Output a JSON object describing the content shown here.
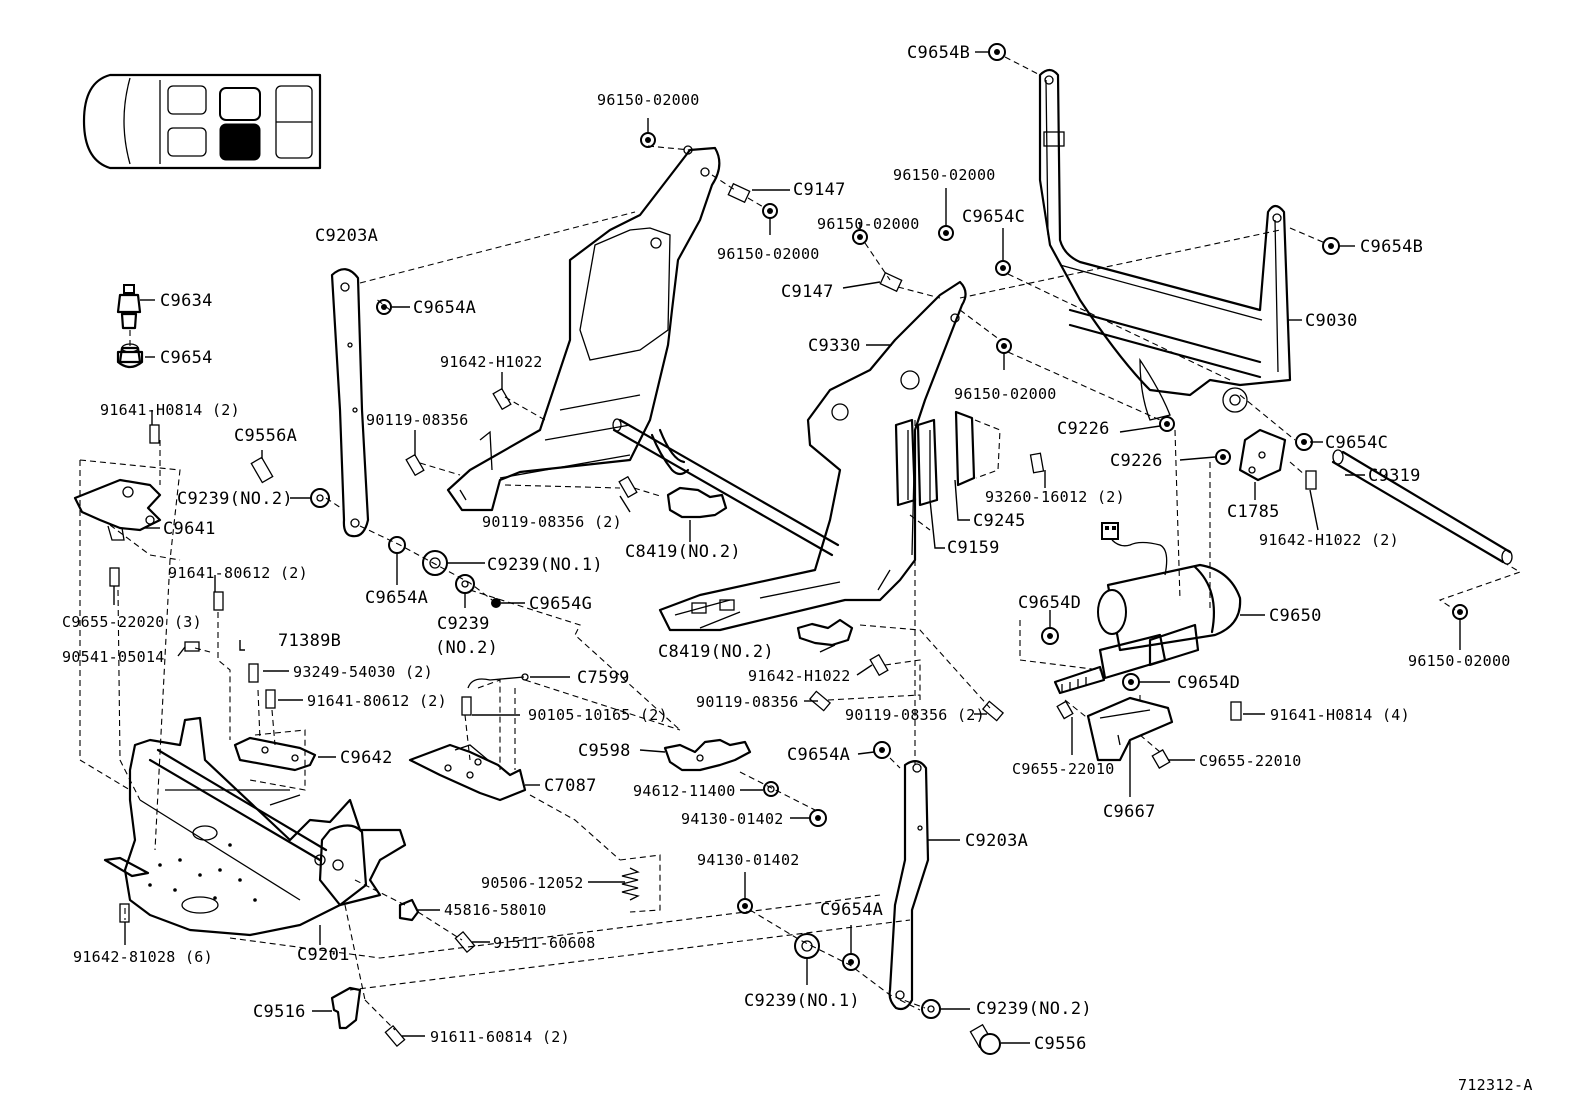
{
  "labels": [
    {
      "key": "l01",
      "text": "C9654B"
    },
    {
      "key": "l02",
      "text": "96150-02000"
    },
    {
      "key": "l03",
      "text": "C9147"
    },
    {
      "key": "l04",
      "text": "96150-02000"
    },
    {
      "key": "l05",
      "text": "96150-02000"
    },
    {
      "key": "l06",
      "text": "C9654C"
    },
    {
      "key": "l07",
      "text": "96150-02000"
    },
    {
      "key": "l08",
      "text": "C9654B"
    },
    {
      "key": "l09",
      "text": "C9203A"
    },
    {
      "key": "l10",
      "text": "C9654A"
    },
    {
      "key": "l11",
      "text": "C9147"
    },
    {
      "key": "l12",
      "text": "C9634"
    },
    {
      "key": "l13",
      "text": "C9030"
    },
    {
      "key": "l14",
      "text": "C9330"
    },
    {
      "key": "l15",
      "text": "C9654"
    },
    {
      "key": "l16",
      "text": "91642-H1022"
    },
    {
      "key": "l17",
      "text": "96150-02000"
    },
    {
      "key": "l18",
      "text": "91641-H0814 (2)"
    },
    {
      "key": "l19",
      "text": "90119-08356"
    },
    {
      "key": "l20",
      "text": "C9226"
    },
    {
      "key": "l21",
      "text": "C9654C"
    },
    {
      "key": "l22",
      "text": "C9556A"
    },
    {
      "key": "l23",
      "text": "C9226"
    },
    {
      "key": "l24",
      "text": "C9319"
    },
    {
      "key": "l25",
      "text": "C9239(NO.2)"
    },
    {
      "key": "l26",
      "text": "93260-16012 (2)"
    },
    {
      "key": "l27",
      "text": "C1785"
    },
    {
      "key": "l28",
      "text": "C9641"
    },
    {
      "key": "l29",
      "text": "90119-08356 (2)"
    },
    {
      "key": "l30",
      "text": "C9245"
    },
    {
      "key": "l31",
      "text": "91642-H1022 (2)"
    },
    {
      "key": "l32",
      "text": "C8419(NO.2)"
    },
    {
      "key": "l33",
      "text": "C9159"
    },
    {
      "key": "l34",
      "text": "C9239(NO.1)"
    },
    {
      "key": "l35",
      "text": "91641-80612 (2)"
    },
    {
      "key": "l36",
      "text": "C9655-22020 (3)"
    },
    {
      "key": "l37",
      "text": "C9654A"
    },
    {
      "key": "l38",
      "text": "C9654G"
    },
    {
      "key": "l39",
      "text": "C9654D"
    },
    {
      "key": "l40",
      "text": "C9650"
    },
    {
      "key": "l41",
      "text": "C9239"
    },
    {
      "key": "l42",
      "text": "(NO.2)"
    },
    {
      "key": "l43",
      "text": "71389B"
    },
    {
      "key": "l44",
      "text": "C8419(NO.2)"
    },
    {
      "key": "l45",
      "text": "96150-02000"
    },
    {
      "key": "l46",
      "text": "90541-05014"
    },
    {
      "key": "l47",
      "text": "93249-54030 (2)"
    },
    {
      "key": "l48",
      "text": "91642-H1022"
    },
    {
      "key": "l49",
      "text": "C7599"
    },
    {
      "key": "l50",
      "text": "C9654D"
    },
    {
      "key": "l51",
      "text": "91641-80612 (2)"
    },
    {
      "key": "l52",
      "text": "90119-08356"
    },
    {
      "key": "l53",
      "text": "90119-08356 (2)"
    },
    {
      "key": "l54",
      "text": "91641-H0814 (4)"
    },
    {
      "key": "l55",
      "text": "90105-10165 (2)"
    },
    {
      "key": "l56",
      "text": "C9598"
    },
    {
      "key": "l57",
      "text": "C9654A"
    },
    {
      "key": "l58",
      "text": "C9642"
    },
    {
      "key": "l59",
      "text": "C9655-22010"
    },
    {
      "key": "l60",
      "text": "C9655-22010"
    },
    {
      "key": "l61",
      "text": "C7087"
    },
    {
      "key": "l62",
      "text": "94612-11400"
    },
    {
      "key": "l63",
      "text": "C9667"
    },
    {
      "key": "l64",
      "text": "94130-01402"
    },
    {
      "key": "l65",
      "text": "C9203A"
    },
    {
      "key": "l66",
      "text": "94130-01402"
    },
    {
      "key": "l67",
      "text": "90506-12052"
    },
    {
      "key": "l68",
      "text": "45816-58010"
    },
    {
      "key": "l69",
      "text": "C9654A"
    },
    {
      "key": "l70",
      "text": "91511-60608"
    },
    {
      "key": "l71",
      "text": "C9201"
    },
    {
      "key": "l72",
      "text": "91642-81028 (6)"
    },
    {
      "key": "l73",
      "text": "C9239(NO.1)"
    },
    {
      "key": "l74",
      "text": "C9516"
    },
    {
      "key": "l75",
      "text": "C9239(NO.2)"
    },
    {
      "key": "l76",
      "text": "91611-60814 (2)"
    },
    {
      "key": "l77",
      "text": "C9556"
    },
    {
      "key": "l78",
      "text": "712312-A"
    }
  ],
  "by_key": {}
}
